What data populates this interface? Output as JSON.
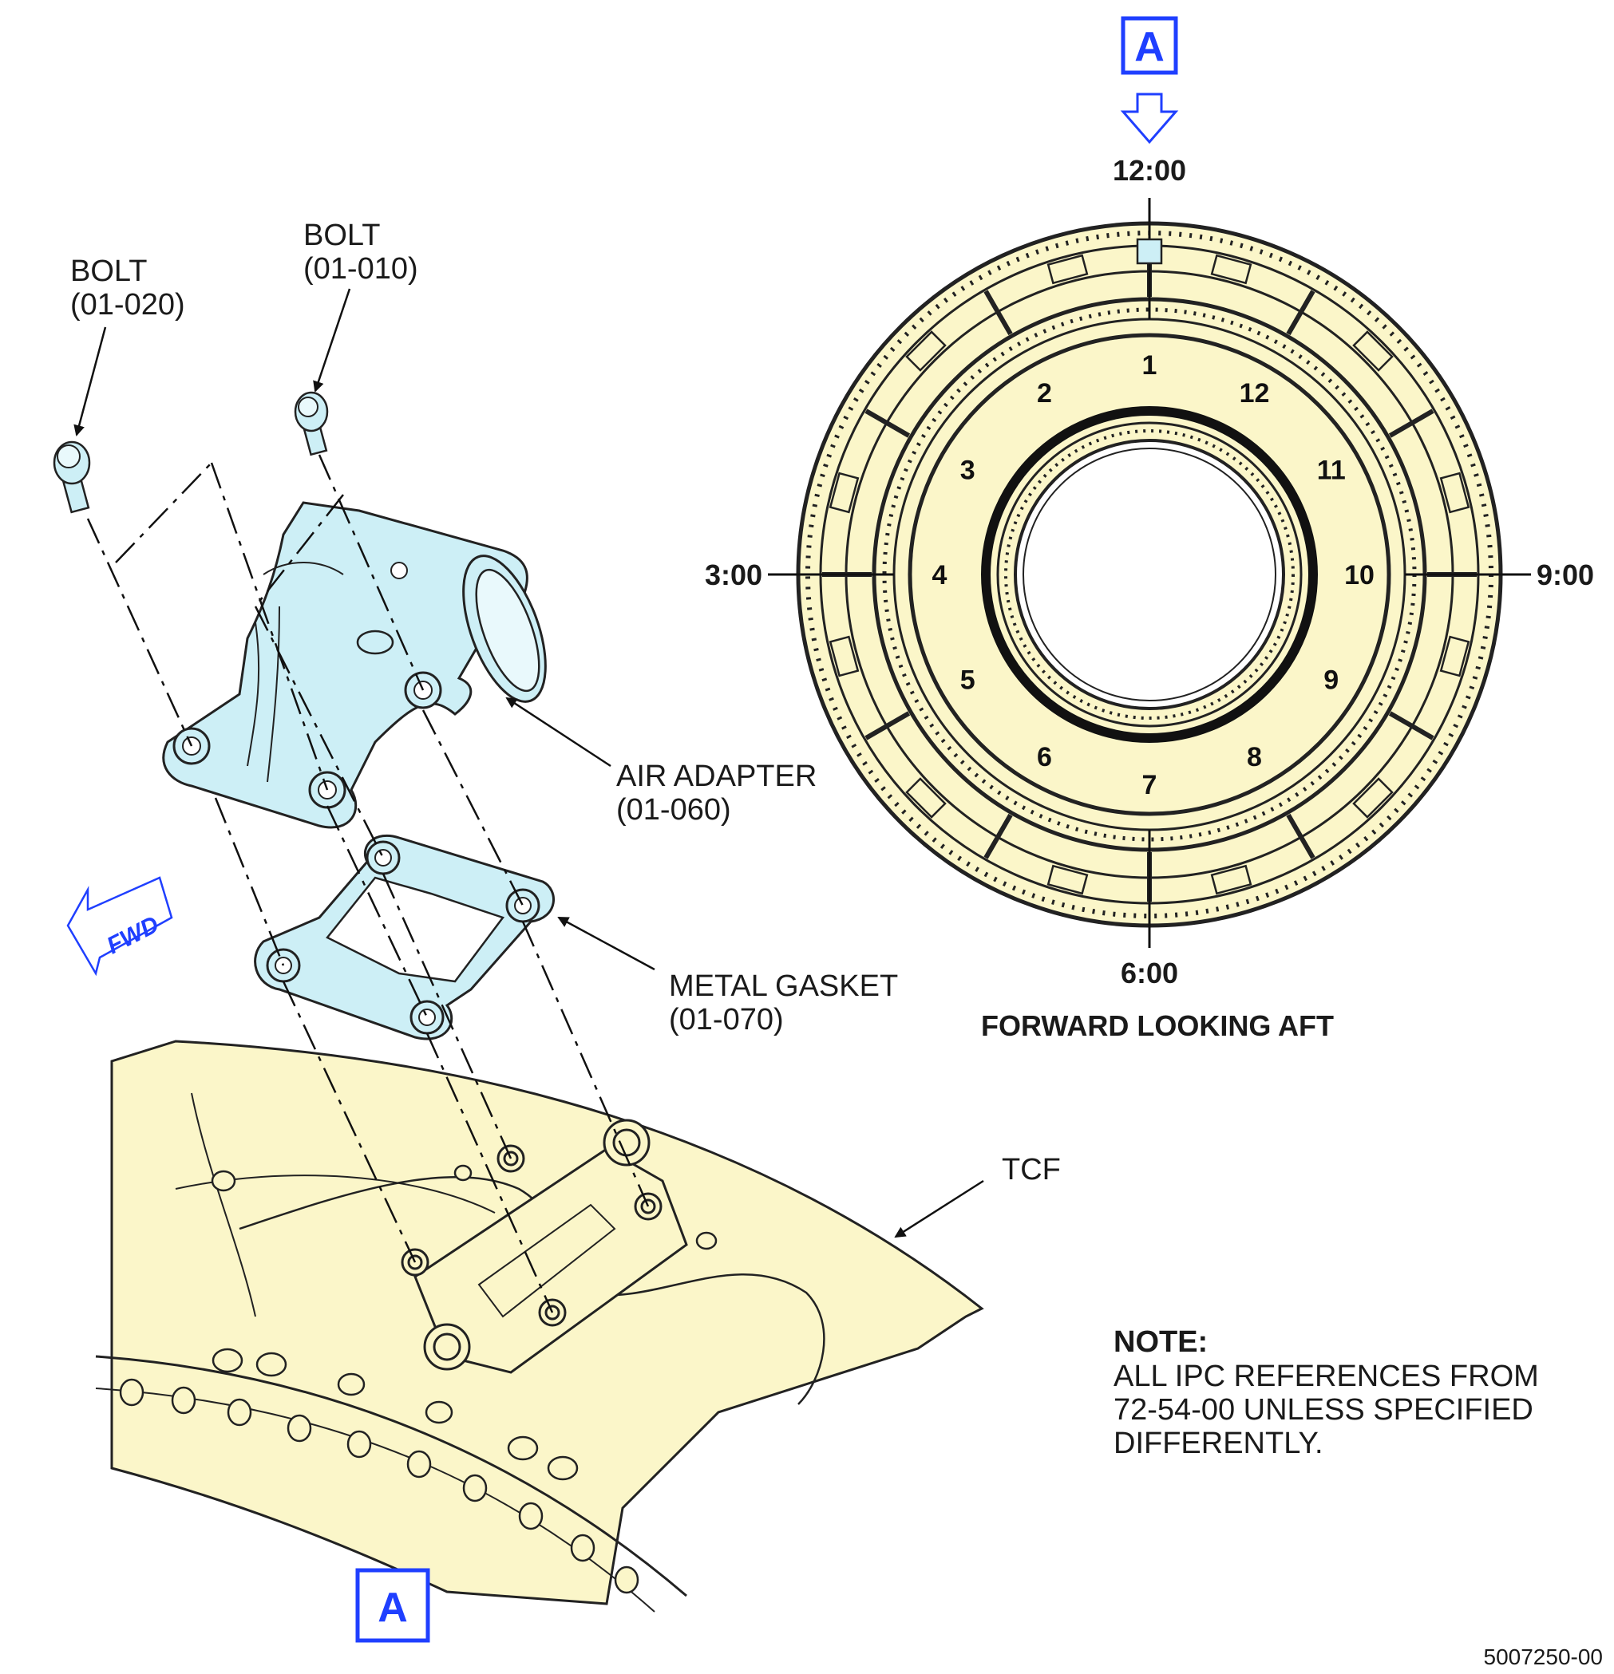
{
  "view_marker": {
    "letter": "A",
    "color": "#1f3fff"
  },
  "labels": {
    "bolt_020": {
      "line1": "BOLT",
      "line2": "(01-020)"
    },
    "bolt_010": {
      "line1": "BOLT",
      "line2": "(01-010)"
    },
    "air_adapter": {
      "line1": "AIR ADAPTER",
      "line2": "(01-060)"
    },
    "metal_gasket": {
      "line1": "METAL GASKET",
      "line2": "(01-070)"
    },
    "tcf": "TCF",
    "fwd": "FWD"
  },
  "clock_positions": {
    "top": "12:00",
    "left": "3:00",
    "right": "9:00",
    "bottom": "6:00"
  },
  "ring_positions": [
    "1",
    "2",
    "3",
    "4",
    "5",
    "6",
    "7",
    "8",
    "9",
    "10",
    "11",
    "12"
  ],
  "ring_caption": "FORWARD LOOKING AFT",
  "note": {
    "title": "NOTE:",
    "lines": [
      "ALL IPC REFERENCES FROM",
      "72-54-00 UNLESS SPECIFIED",
      "DIFFERENTLY."
    ]
  },
  "figure_number": "5007250-00",
  "colors": {
    "part_blue": "#cdeff6",
    "frame_yellow": "#fbf6c9",
    "accent_blue": "#1f3fff"
  }
}
